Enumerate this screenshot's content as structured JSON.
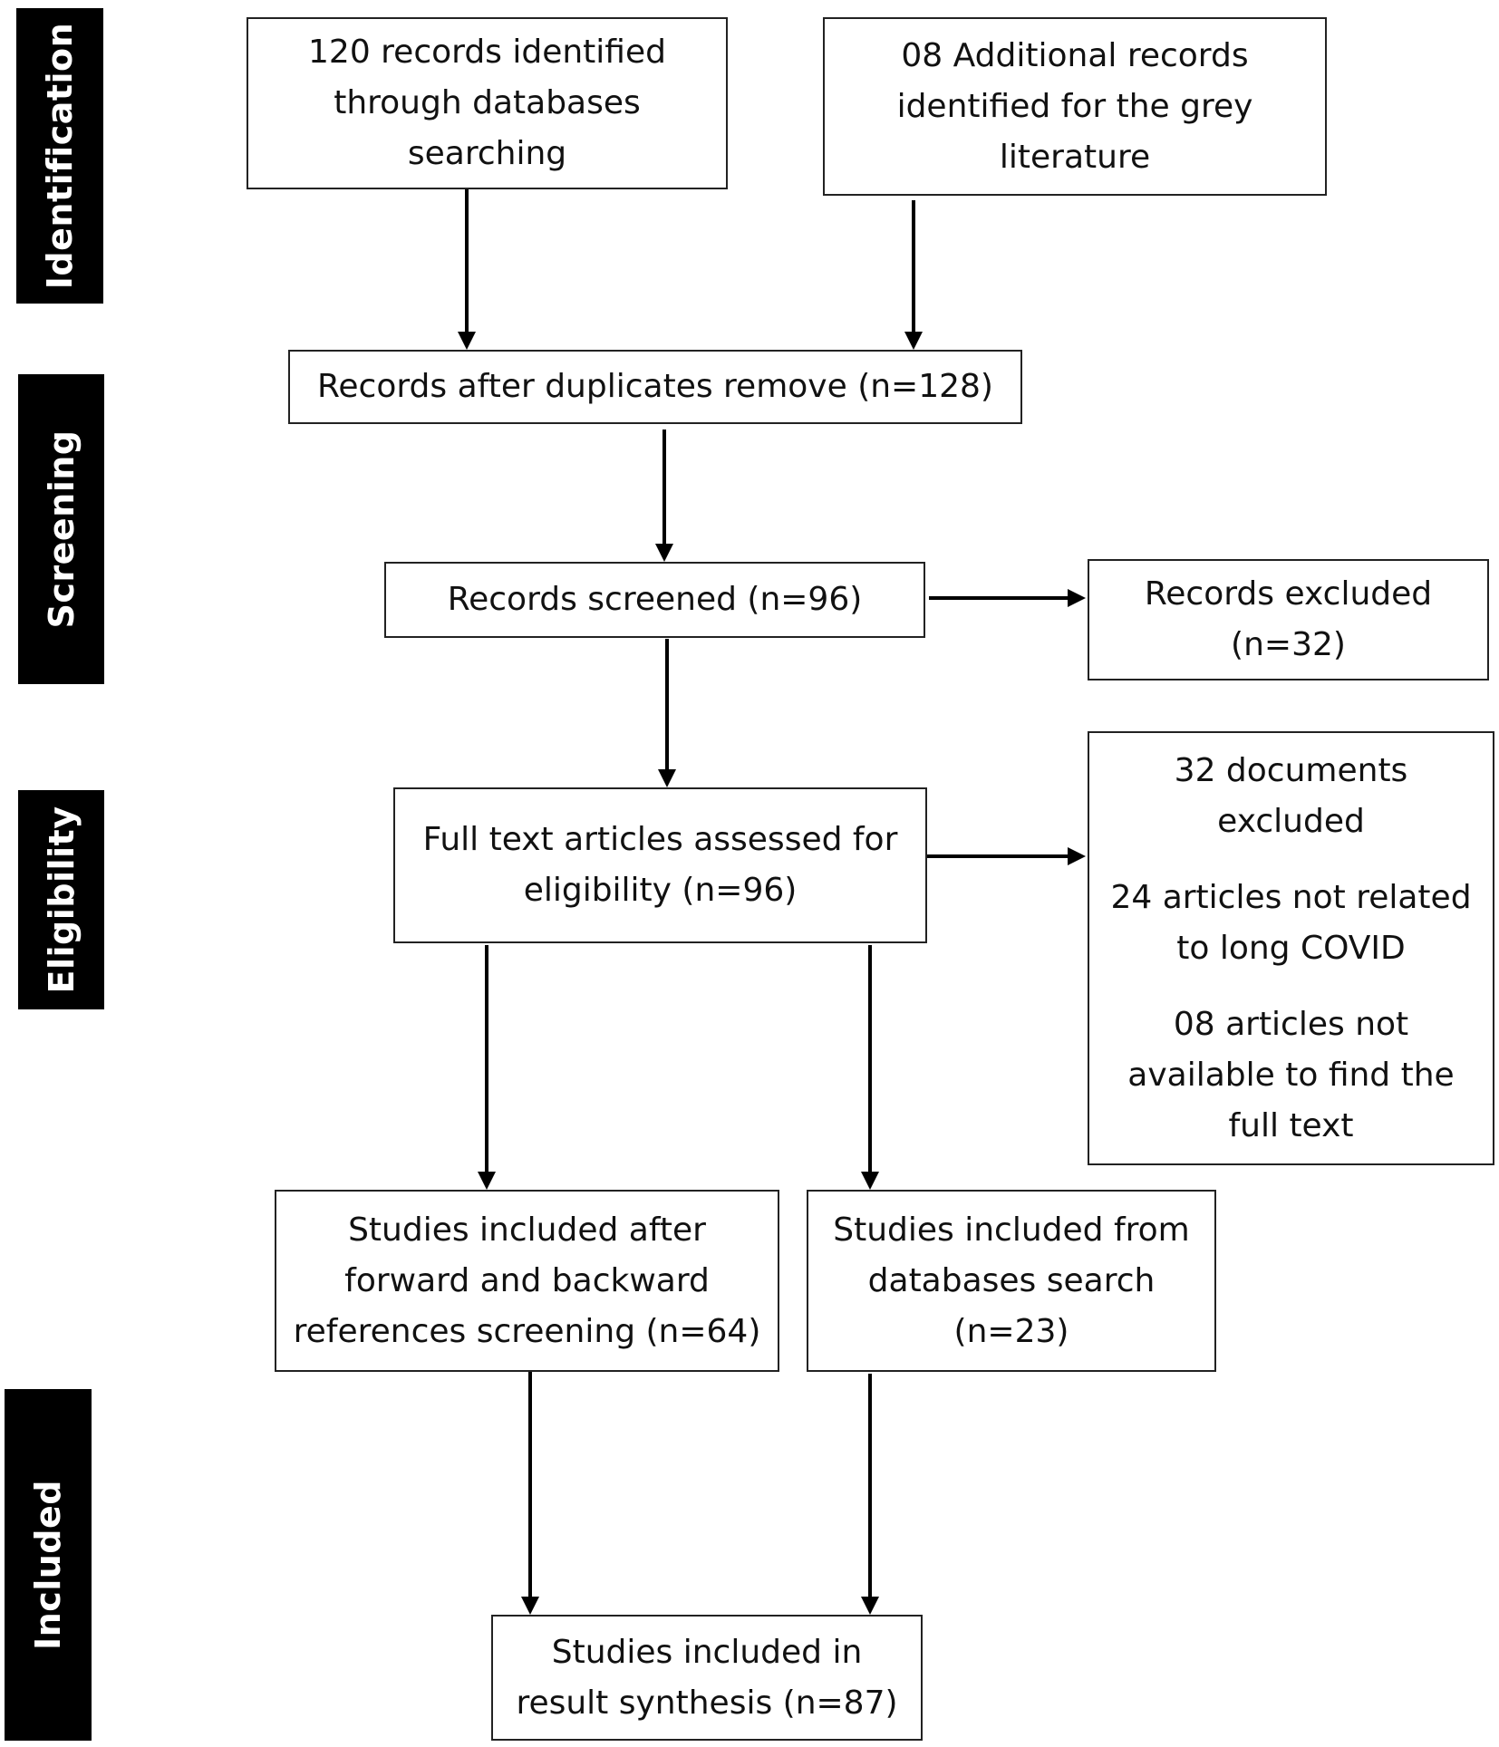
{
  "phases": {
    "identification": "Identification",
    "screening": "Screening",
    "eligibility": "Eligibility",
    "included": "Included"
  },
  "boxes": {
    "db_records": [
      "120 records identified",
      "through databases",
      "searching"
    ],
    "grey_records": [
      "08 Additional records",
      "identified for the grey",
      "literature"
    ],
    "dedup": [
      "Records after duplicates remove (n=128)"
    ],
    "screened": [
      "Records screened (n=96)"
    ],
    "excluded": [
      "Records excluded",
      "(n=32)"
    ],
    "fulltext": [
      "Full text articles assessed for",
      "eligibility (n=96)"
    ],
    "docs_excluded": {
      "total": [
        "32 documents",
        "excluded"
      ],
      "not_related": [
        "24 articles not related",
        "to long COVID"
      ],
      "not_available": [
        "08 articles not",
        "available to find the",
        "full text"
      ]
    },
    "forward_back": [
      "Studies included after",
      "forward and backward",
      "references screening (n=64)"
    ],
    "db_search": [
      "Studies included from",
      "databases search",
      "(n=23)"
    ],
    "synthesis": [
      "Studies included in",
      "result synthesis (n=87)"
    ]
  }
}
